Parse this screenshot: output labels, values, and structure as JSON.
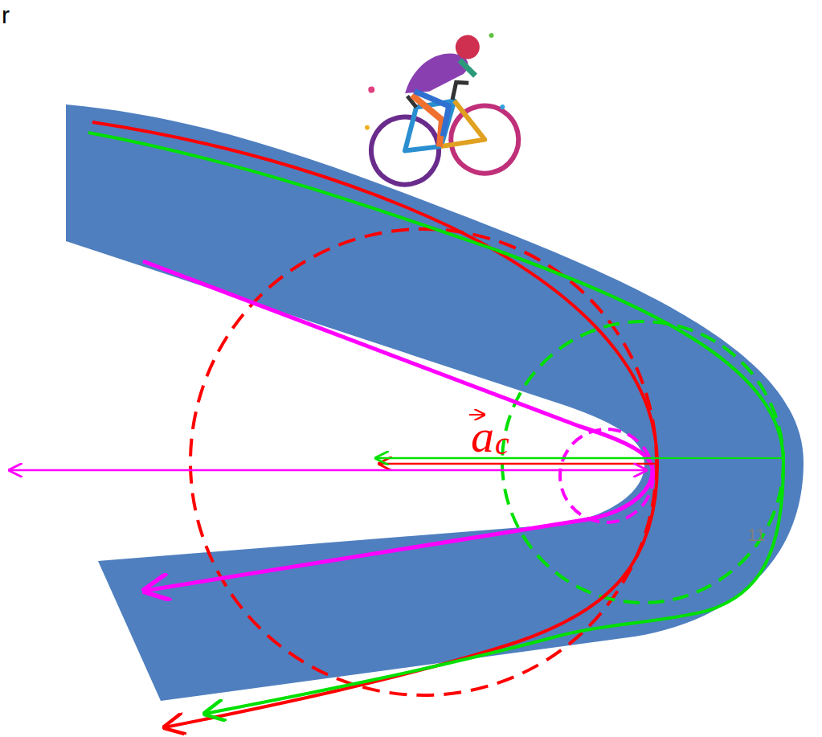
{
  "diagram": {
    "labels": [
      "r",
      "a",
      "c",
      "11"
    ]
  }
}
